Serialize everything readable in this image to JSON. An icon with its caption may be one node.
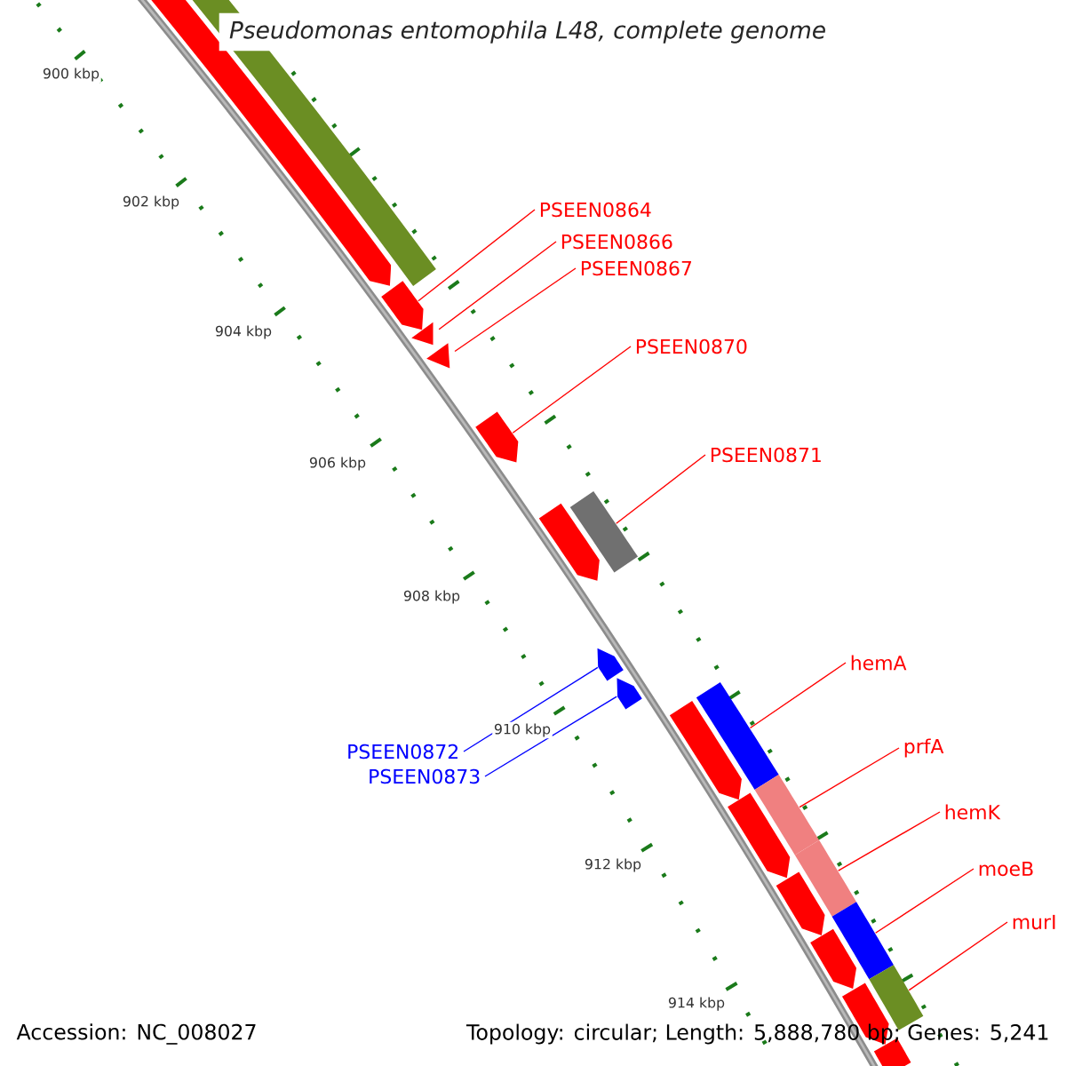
{
  "diagram": {
    "title": "Pseudomonas entomophila L48, complete genome",
    "nodes": [
      {
        "text": [
          "PSEEN0864"
        ]
      },
      {
        "text": [
          "PSEEN0866"
        ]
      },
      {
        "text": [
          "PSEEN0867"
        ]
      },
      {
        "text": [
          "PSEEN0870"
        ]
      },
      {
        "text": [
          "PSEEN0871"
        ]
      },
      {
        "text": [
          "hemA"
        ]
      },
      {
        "text": [
          "prfA"
        ]
      },
      {
        "text": [
          "hemK"
        ]
      },
      {
        "text": [
          "moeB"
        ]
      },
      {
        "text": [
          "murI"
        ]
      },
      {
        "text": [
          "PSEEN0872"
        ]
      },
      {
        "text": [
          "PSEEN0873"
        ]
      },
      {
        "text": [],
        "shape": "arrow"
      },
      {
        "text": [],
        "shape": "triangle"
      },
      {
        "text": [],
        "shape": "triangle"
      },
      {
        "text": [],
        "shape": "arrow"
      },
      {
        "text": [],
        "shape": "bar"
      },
      {
        "text": [],
        "shape": "bar"
      },
      {
        "text": [],
        "shape": "bar"
      },
      {
        "text": [],
        "shape": "bar"
      },
      {
        "text": [],
        "shape": "bar"
      },
      {
        "text": [],
        "shape": "bar"
      },
      {
        "text": [],
        "shape": "arrow"
      },
      {
        "text": [],
        "shape": "arrow"
      }
    ],
    "edges": [
      {
        "from": 0,
        "to": 12,
        "arrow": "none"
      },
      {
        "from": 1,
        "to": 13,
        "arrow": "none"
      },
      {
        "from": 2,
        "to": 14,
        "arrow": "none"
      },
      {
        "from": 3,
        "to": 15,
        "arrow": "none"
      },
      {
        "from": 4,
        "to": 16,
        "arrow": "none"
      },
      {
        "from": 5,
        "to": 17,
        "arrow": "none"
      },
      {
        "from": 6,
        "to": 18,
        "arrow": "none"
      },
      {
        "from": 7,
        "to": 19,
        "arrow": "none"
      },
      {
        "from": 8,
        "to": 20,
        "arrow": "none"
      },
      {
        "from": 9,
        "to": 21,
        "arrow": "none"
      },
      {
        "from": 10,
        "to": 22,
        "arrow": "none",
        "color": "#0000ff"
      },
      {
        "from": 11,
        "to": 23,
        "arrow": "none",
        "color": "#0000ff"
      }
    ],
    "labels": [
      "900 kbp",
      "902 kbp",
      "904 kbp",
      "906 kbp",
      "908 kbp",
      "910 kbp",
      "912 kbp",
      "914 kbp",
      "Accession: NC_008027",
      "Topology: circular; Length: 5,888,780 bp; Genes: 5,241"
    ]
  }
}
